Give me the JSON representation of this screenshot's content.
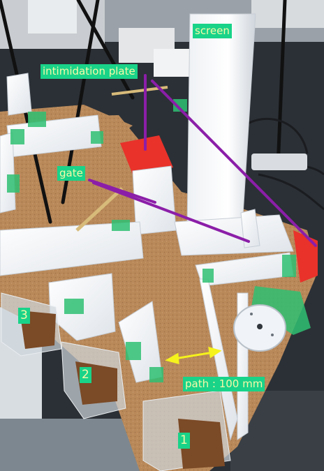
{
  "labels": {
    "screen": "screen",
    "intimidation_plate": "intimidation plate",
    "gate": "gate",
    "path": "path : 100 mm"
  },
  "box_numbers": {
    "box_1": "1",
    "box_2": "2",
    "box_3": "3"
  },
  "colors": {
    "label_background": "#19d389",
    "label_text": "#f6f9a8",
    "pointer_line": "#8b1ea8",
    "dimension_arrow": "#f5f21c",
    "intimidation_plate": "#e8322a",
    "cork_floor": "#b9895a",
    "tape": "#2fbf72"
  }
}
